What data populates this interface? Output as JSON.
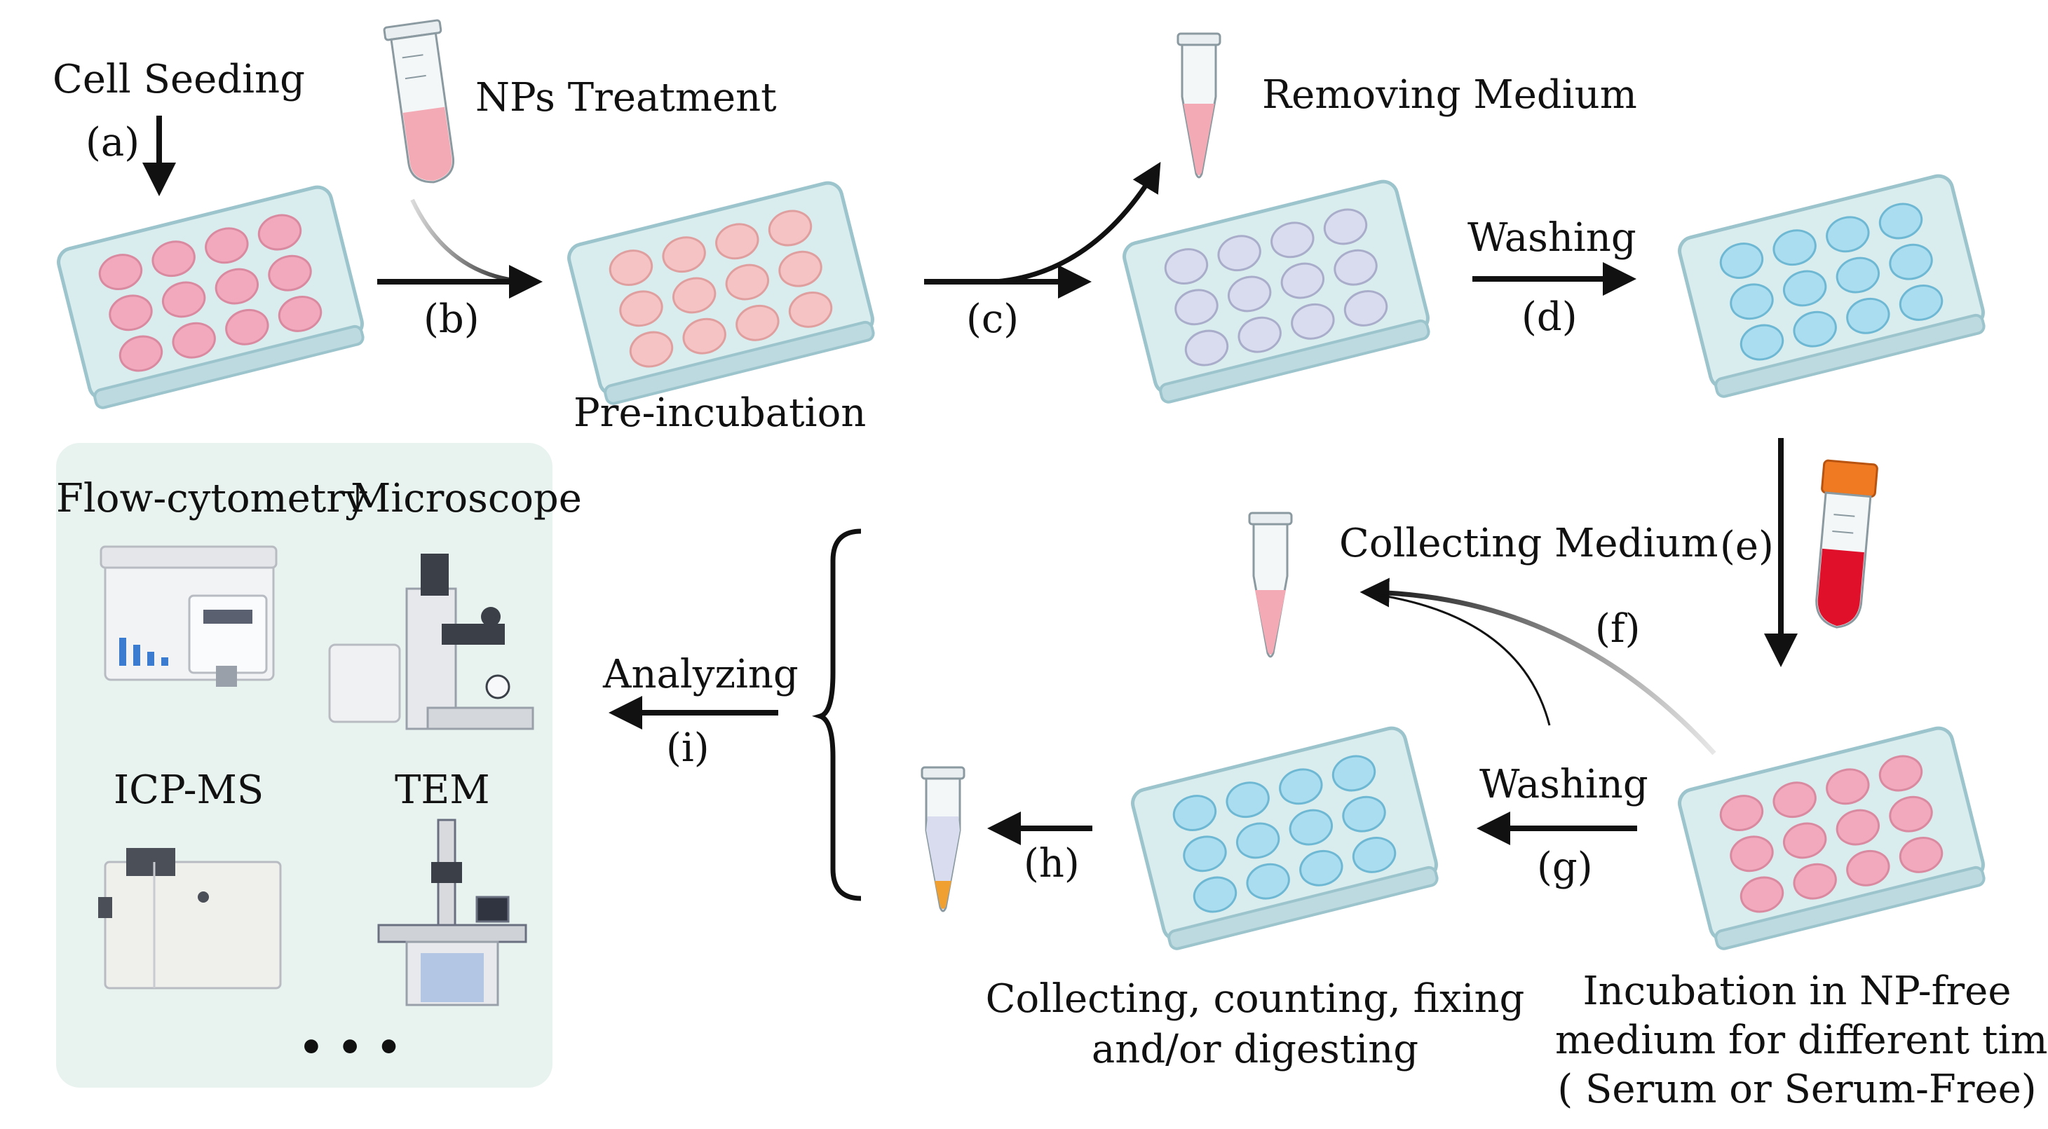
{
  "labels": {
    "cell_seeding": "Cell Seeding",
    "nps_treatment": "NPs Treatment",
    "pre_incubation": "Pre-incubation",
    "removing_medium": "Removing Medium",
    "washing_top": "Washing",
    "collecting_medium": "Collecting Medium",
    "washing_bottom": "Washing",
    "analyzing": "Analyzing",
    "collecting_line1": "Collecting, counting, fixing",
    "collecting_line2": "and/or digesting",
    "incubation_line1": "Incubation in NP-free",
    "incubation_line2": "medium for different times",
    "incubation_line3": "( Serum or Serum-Free)"
  },
  "steps": {
    "a": "(a)",
    "b": "(b)",
    "c": "(c)",
    "d": "(d)",
    "e": "(e)",
    "f": "(f)",
    "g": "(g)",
    "h": "(h)",
    "i": "(i)"
  },
  "analysis_panel": {
    "flow_cytometry": "Flow-cytometry",
    "microscope": "Microscope",
    "icp_ms": "ICP-MS",
    "tem": "TEM",
    "more": "• • •"
  },
  "colors": {
    "well_pink": "#f2a9bd",
    "well_light_pink": "#f6c3c4",
    "well_lavender": "#d9dcef",
    "well_blue": "#a9ddef",
    "plate": "#d9ecee",
    "plate_edge": "#9cc4cc",
    "tube_pink": "#f4aab4",
    "tube_red": "#e0102a",
    "tube_cap": "#f07a22",
    "pellet": "#f0a030",
    "panel_bg": "#e8f3ef"
  }
}
